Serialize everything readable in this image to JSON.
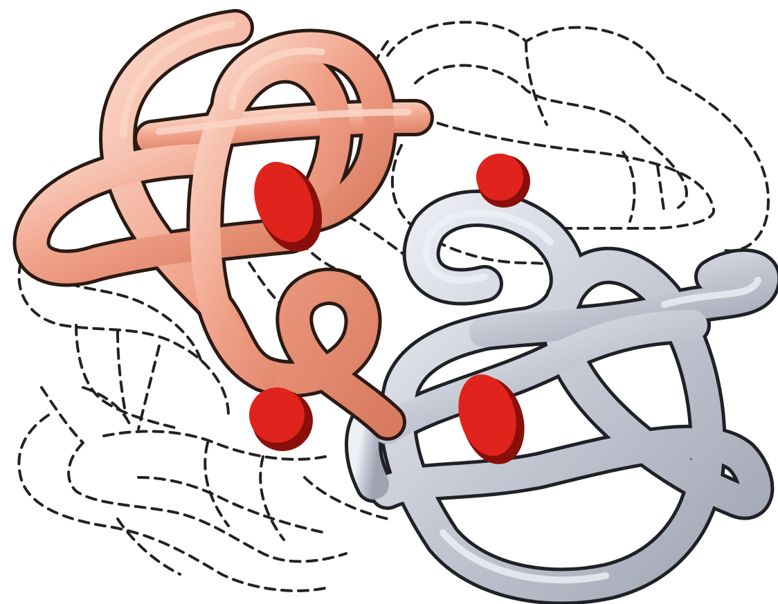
{
  "figure": {
    "subject": "protein",
    "background": "#ffffff",
    "chains": [
      {
        "name": "chain-a",
        "kind": "solid-tube",
        "color": "#ef9f86",
        "highlight": "#fbd6c8",
        "outline": "#2a1a14"
      },
      {
        "name": "chain-b",
        "kind": "solid-tube",
        "color": "#c3c7d2",
        "highlight": "#eef0f5",
        "outline": "#1f2126"
      },
      {
        "name": "chain-c",
        "kind": "dashed-outline",
        "color": "#222222"
      }
    ],
    "markers": {
      "color": "#e0231c",
      "shade": "#8a0f0b",
      "count": 4
    }
  }
}
